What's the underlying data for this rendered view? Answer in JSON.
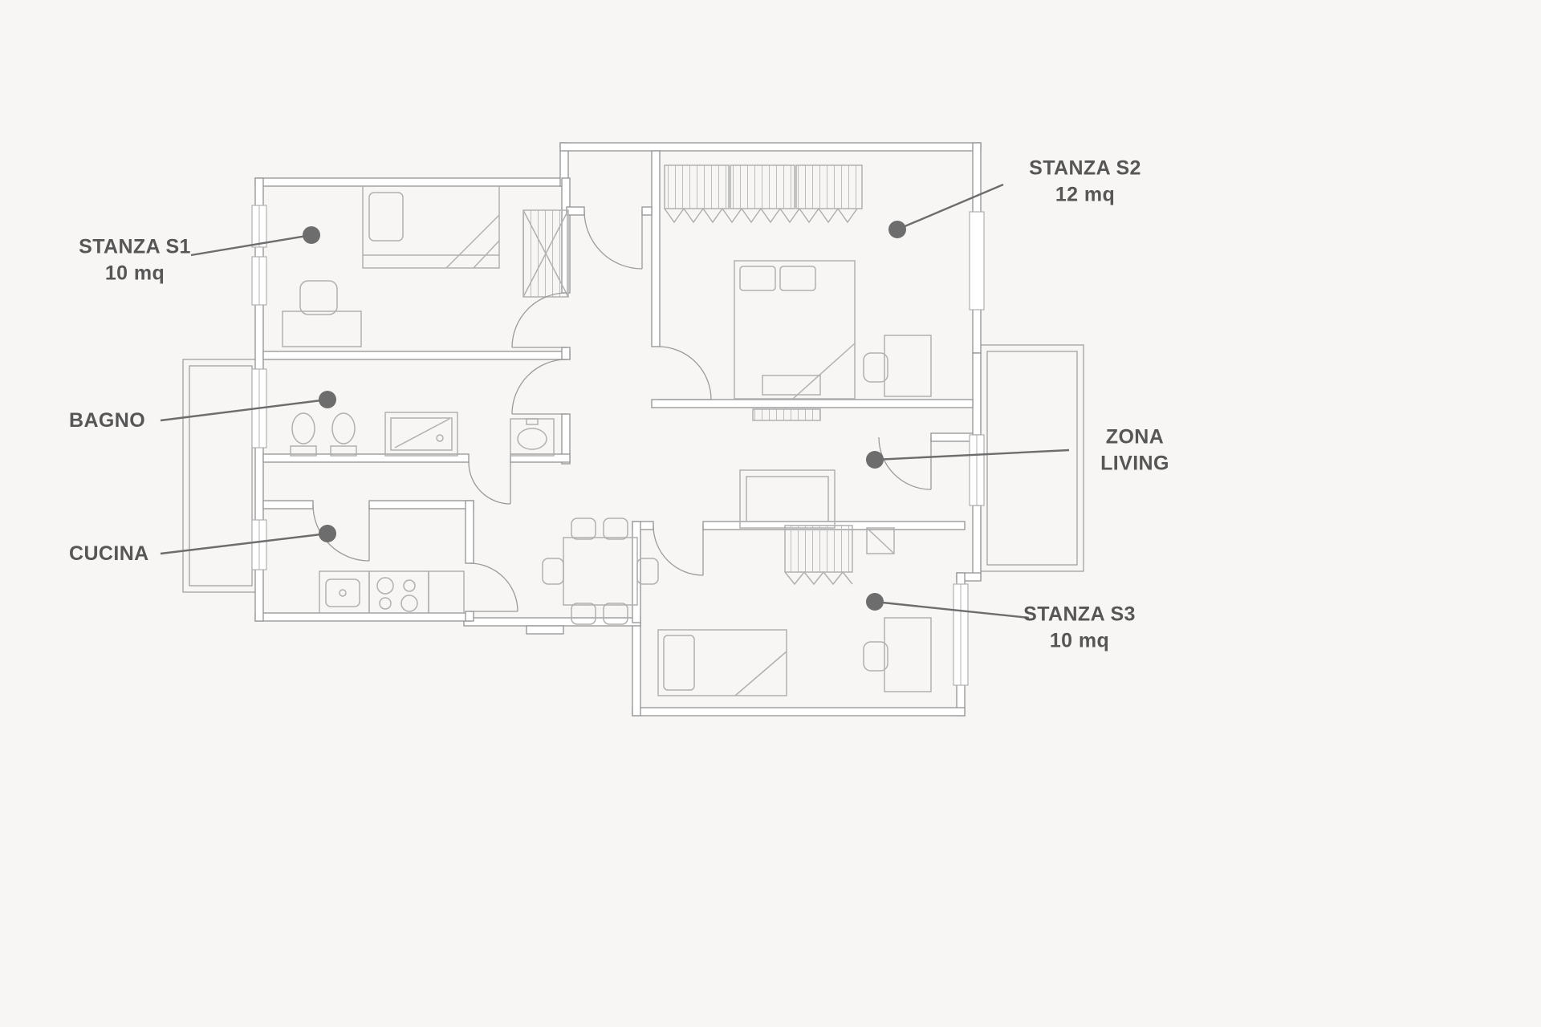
{
  "colors": {
    "background": "#f8f6f4",
    "wall": "#9a9a9a",
    "furniture": "#b0b0b0",
    "label": "#565656",
    "marker": "#6d6d6d"
  },
  "callouts": {
    "stanza_s1": {
      "line1": "STANZA S1",
      "line2": "10 mq"
    },
    "stanza_s2": {
      "line1": "STANZA S2",
      "line2": "12 mq"
    },
    "bagno": {
      "line1": "BAGNO",
      "line2": ""
    },
    "cucina": {
      "line1": "CUCINA",
      "line2": ""
    },
    "zona_living": {
      "line1": "ZONA",
      "line2": "LIVING"
    },
    "stanza_s3": {
      "line1": "STANZA S3",
      "line2": "10 mq"
    }
  }
}
